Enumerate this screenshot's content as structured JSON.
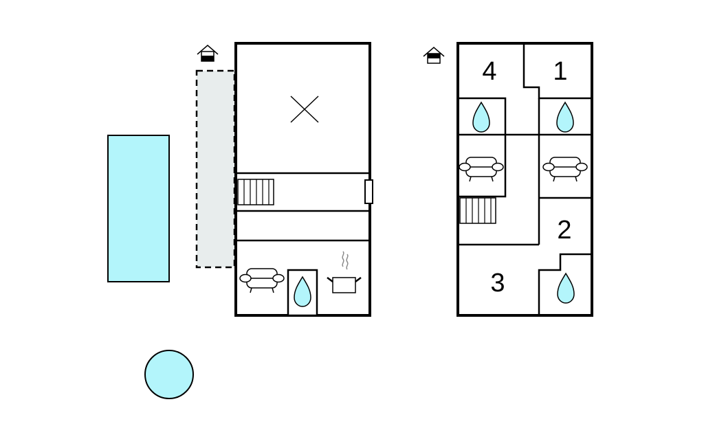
{
  "colors": {
    "water": "#b3f5fb",
    "terrace": "#e8eded",
    "wall": "#000000",
    "steam": "#8a8a8a"
  },
  "ground_floor": {
    "icons": [
      "house-entrance-icon",
      "bed-cross-icon",
      "stairs-icon",
      "window-icon",
      "sofa-icon",
      "water-drop-icon",
      "cooking-pot-icon"
    ]
  },
  "upper_floor": {
    "rooms": [
      {
        "label": "4"
      },
      {
        "label": "1"
      },
      {
        "label": "2"
      },
      {
        "label": "3"
      }
    ]
  }
}
